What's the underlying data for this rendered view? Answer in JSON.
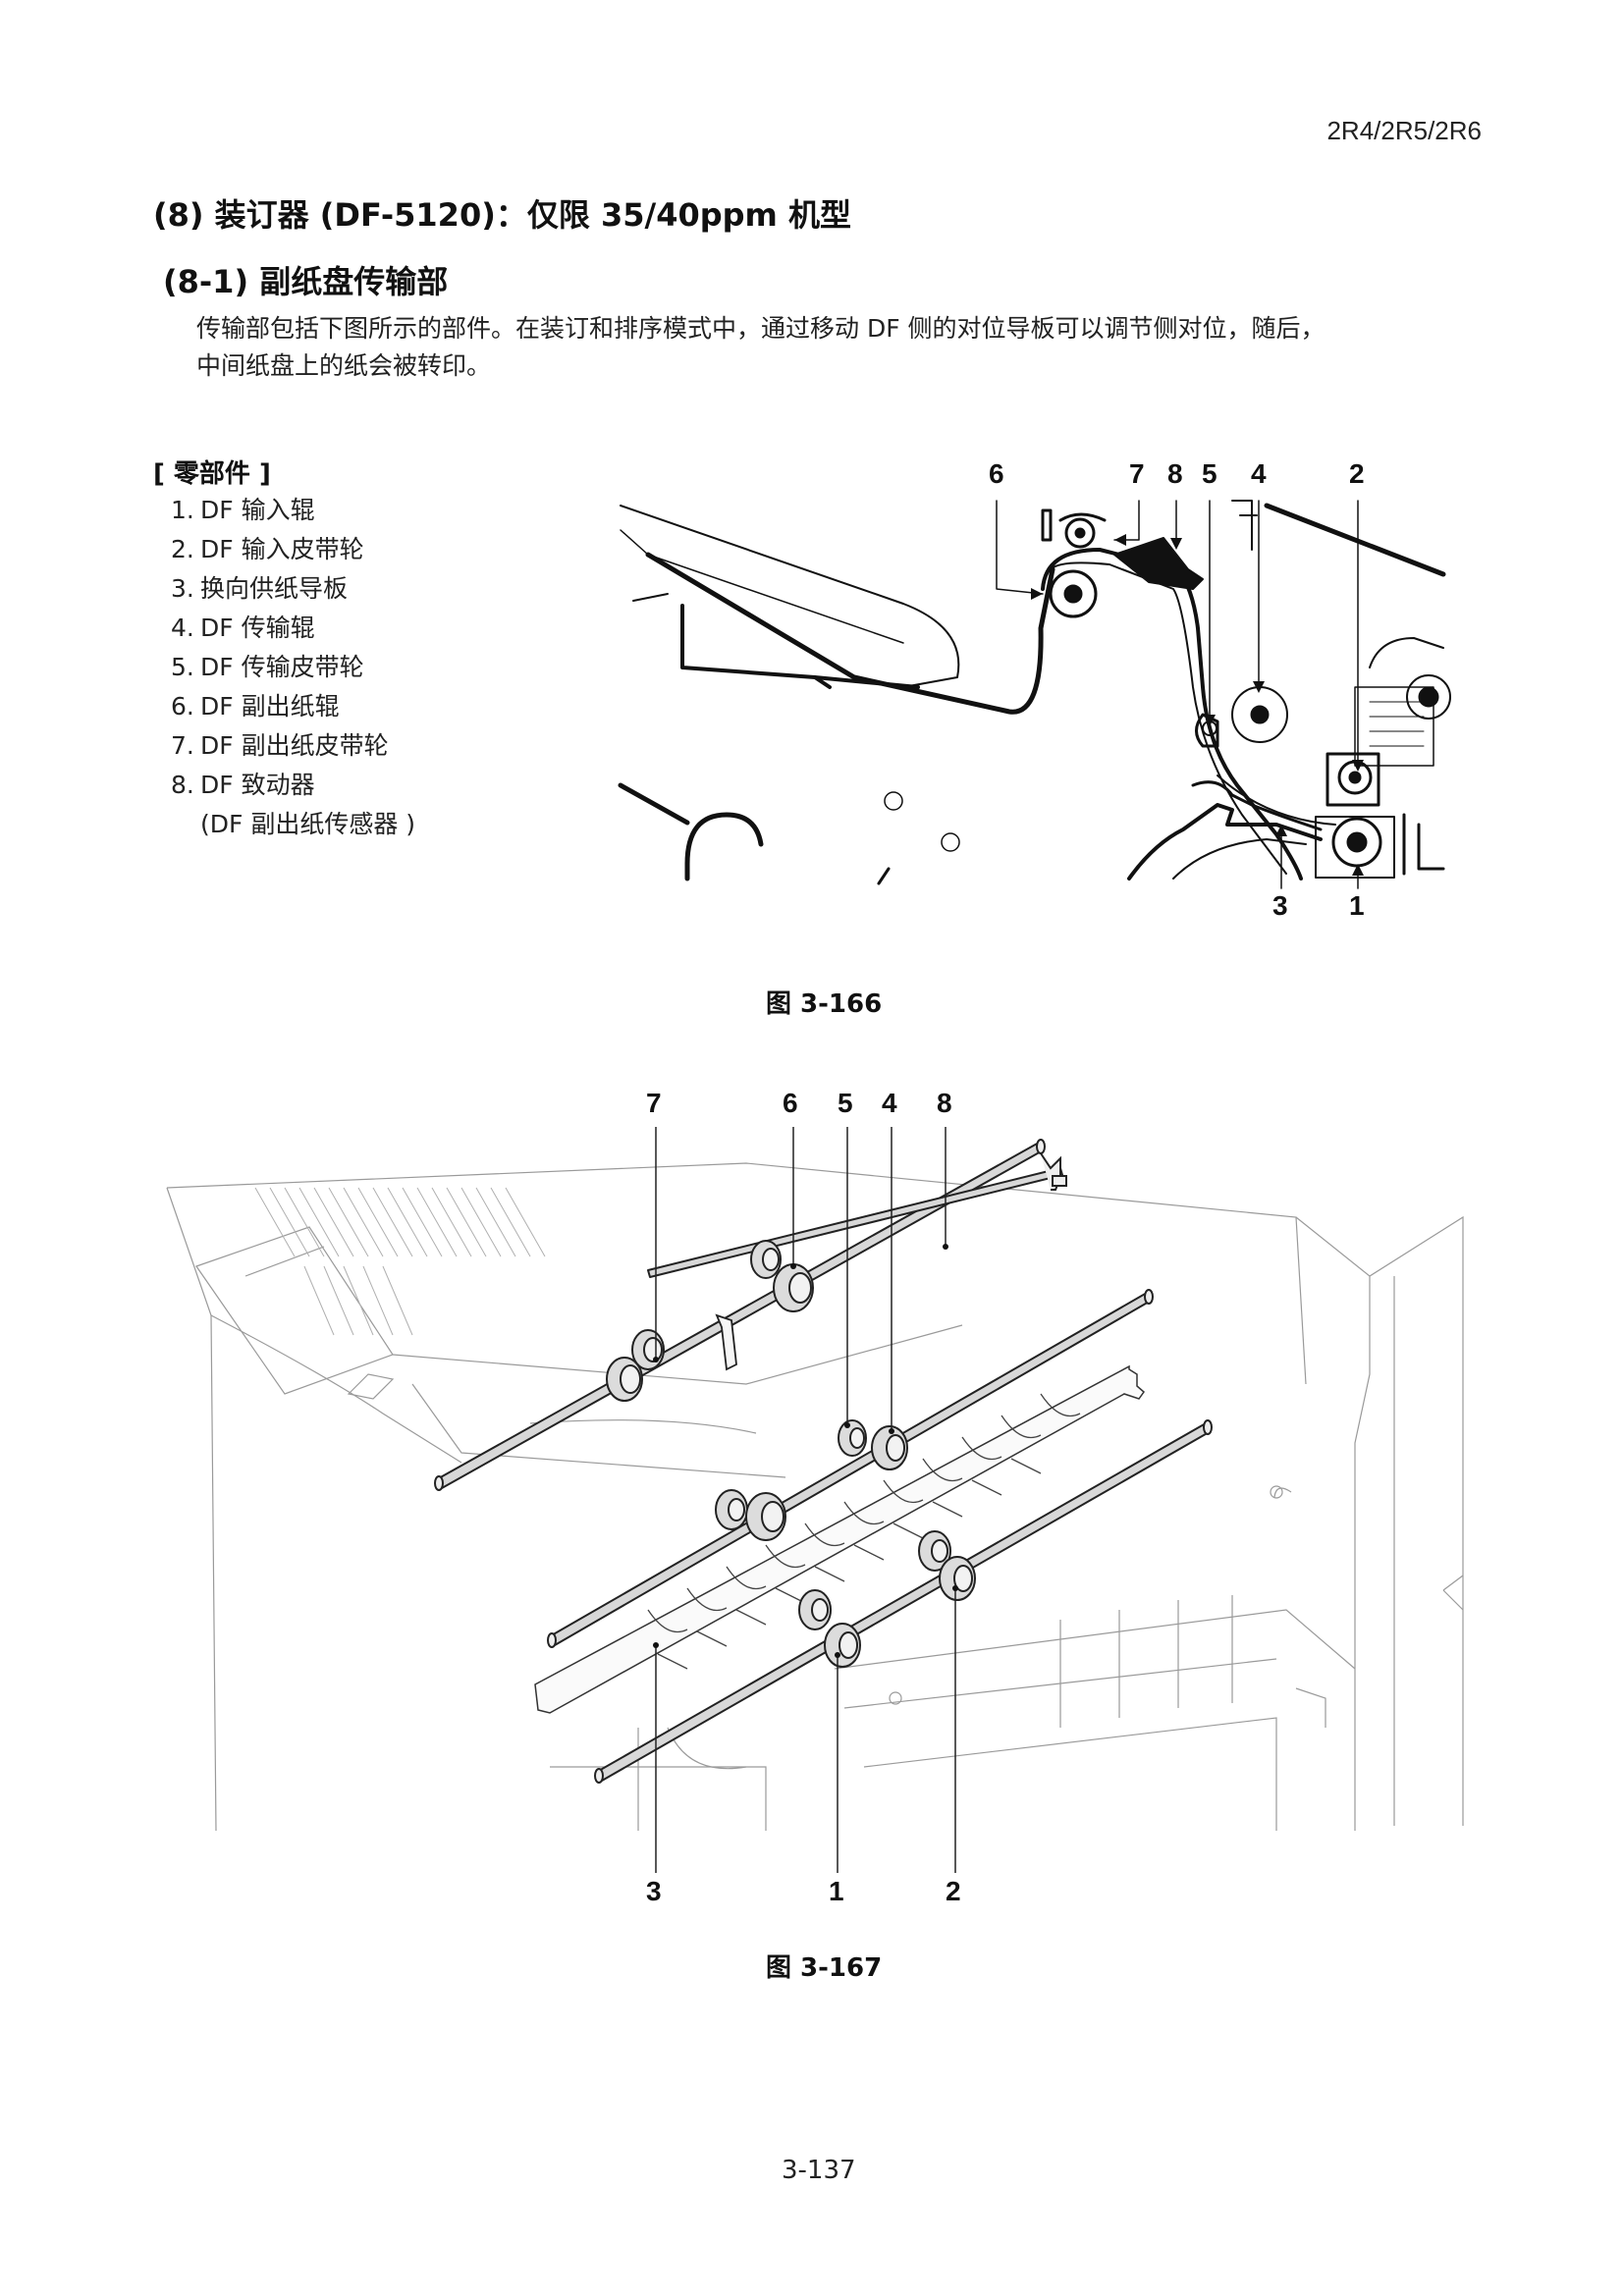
{
  "header": {
    "model_code": "2R4/2R5/2R6"
  },
  "section": {
    "title": "(8) 装订器 (DF-5120)：仅限 35/40ppm 机型",
    "subsection_title": "(8-1) 副纸盘传输部",
    "intro_line1": "传输部包括下图所示的部件。在装订和排序模式中，通过移动 DF 侧的对位导板可以调节侧对位，随后，",
    "intro_line2": "中间纸盘上的纸会被转印。"
  },
  "parts": {
    "heading": "[ 零部件 ]",
    "items": [
      {
        "num": "1.",
        "label": "DF 输入辊"
      },
      {
        "num": "2.",
        "label": "DF 输入皮带轮"
      },
      {
        "num": "3.",
        "label": "换向供纸导板"
      },
      {
        "num": "4.",
        "label": "DF 传输辊"
      },
      {
        "num": "5.",
        "label": "DF 传输皮带轮"
      },
      {
        "num": "6.",
        "label": "DF 副出纸辊"
      },
      {
        "num": "7.",
        "label": "DF 副出纸皮带轮"
      },
      {
        "num": "8.",
        "label": "DF 致动器"
      }
    ],
    "item8_note": "(DF 副出纸传感器 )"
  },
  "figure_166": {
    "caption": "图 3-166",
    "callouts": {
      "c6": "6",
      "c7": "7",
      "c8": "8",
      "c5": "5",
      "c4": "4",
      "c2": "2",
      "c3": "3",
      "c1": "1"
    }
  },
  "figure_167": {
    "caption": "图 3-167",
    "callouts": {
      "c7": "7",
      "c6": "6",
      "c5": "5",
      "c4": "4",
      "c8": "8",
      "c3": "3",
      "c1": "1",
      "c2": "2"
    }
  },
  "footer": {
    "page_number": "3-137"
  }
}
